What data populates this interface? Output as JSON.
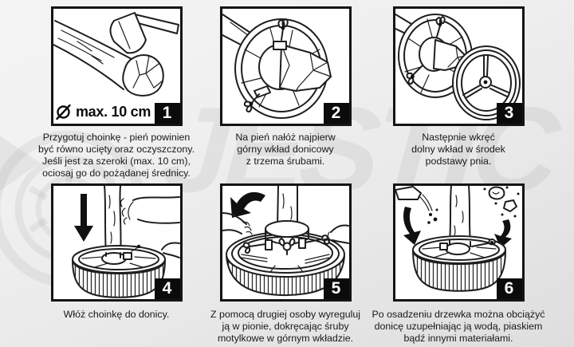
{
  "watermark": {
    "text": "JESTIC",
    "logo": "spiral-target-logo"
  },
  "icons": {
    "diameter": "circle-with-slash",
    "arrow_down": "solid-black-arrow",
    "arrow_rotate": "curved-black-arrow"
  },
  "colors": {
    "background_light": "#f4f4f4",
    "background_dark": "#dedede",
    "panel_background": "#ffffff",
    "panel_border": "#141414",
    "badge_background": "#0b0b0b",
    "badge_text": "#ffffff",
    "caption_text": "#181818",
    "watermark": "rgba(25,25,25,0.058)"
  },
  "panels": [
    {
      "number": "1",
      "label": "max. 10 cm",
      "illustration": "axe-trimming-trunk",
      "caption": [
        "Przygotuj choinkę - pień powinien",
        "być równo ucięty oraz oczyszczony.",
        "Jeśli jest za szeroki (max. 10 cm),",
        "ociosaj go do pożądanej średnicy."
      ]
    },
    {
      "number": "2",
      "illustration": "upper-pot-insert-on-trunk",
      "caption": [
        "Na pień nałóż najpierw",
        "górny wkład donicowy",
        "z trzema śrubami."
      ]
    },
    {
      "number": "3",
      "illustration": "lower-insert-into-trunk-base",
      "caption": [
        "Następnie wkręć",
        "dolny wkład w środek",
        "podstawy pnia."
      ]
    },
    {
      "number": "4",
      "illustration": "insert-tree-into-pot",
      "caption": [
        "Włóż choinkę do donicy."
      ]
    },
    {
      "number": "5",
      "illustration": "level-tree-tighten-wing-screws",
      "caption": [
        "Z pomocą drugiej osoby wyreguluj",
        "ją w pionie, dokręcając śruby",
        "motylkowe w górnym wkładzie."
      ]
    },
    {
      "number": "6",
      "illustration": "fill-pot-with-water-sand",
      "caption": [
        "Po osadzeniu drzewka można obciążyć",
        "donicę uzupełniając ją wodą, piaskiem",
        "bądź innymi materiałami."
      ]
    }
  ]
}
